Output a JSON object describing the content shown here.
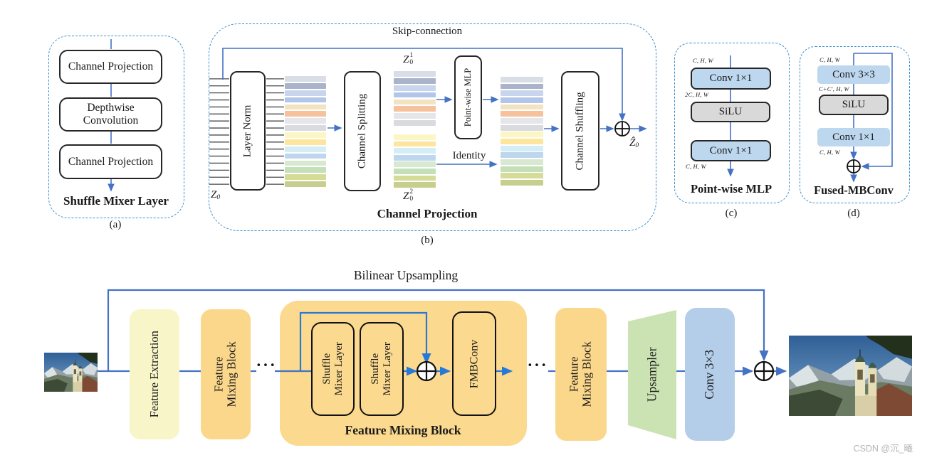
{
  "watermark": "CSDN @沉_曦",
  "colors": {
    "arrow_blue": "#4472C4",
    "bright_blue": "#2779D8",
    "dashed_border": "#3A8FD0",
    "conv_fill": "#BDD7EE",
    "silu_fill": "#D9D9D9",
    "fmb_fill": "#FBD78B",
    "fmb_container_fill": "#FBD98E",
    "feature_extraction_fill": "#F8F5C9",
    "upsampler_fill": "#CBE3B3",
    "conv3_fill": "#B4CDE8"
  },
  "panel_a": {
    "caption": "(a)",
    "title": "Shuffle Mixer Layer",
    "box1": "Channel Projection",
    "box2": "Depthwise Convolution",
    "box3": "Channel Projection"
  },
  "panel_b": {
    "caption": "(b)",
    "title": "Channel Projection",
    "skip_label": "Skip-connection",
    "layer_norm": "Layer Norm",
    "channel_splitting": "Channel Splitting",
    "pointwise_mlp": "Point-wise MLP",
    "identity_label": "Identity",
    "channel_shuffling": "Channel Shuffling",
    "z_in": {
      "base": "Z",
      "sub": "0"
    },
    "z_top": {
      "base": "Z",
      "sub": "0",
      "sup": "1"
    },
    "z_bottom": {
      "base": "Z",
      "sub": "0",
      "sup": "2"
    },
    "z_out": {
      "base": "Ẑ",
      "sub": "0"
    },
    "stripe_colors": [
      "#D9DDE5",
      "#A9B3C9",
      "#C9D5ED",
      "#B2C6EA",
      "#F2E3C3",
      "#F6C29E",
      "#E4E6EA",
      "#D9DBDE",
      "#FAF6C6",
      "#FDE59E",
      "#D5EEF6",
      "#BED7EF",
      "#D9E9D1",
      "#C4E0B9",
      "#D7DB98",
      "#C7CF8F"
    ]
  },
  "panel_c": {
    "caption": "(c)",
    "title": "Point-wise MLP",
    "conv1": "Conv 1×1",
    "silu": "SiLU",
    "conv2": "Conv 1×1",
    "dims": [
      "C, H, W",
      "2C, H, W",
      "C, H, W"
    ]
  },
  "panel_d": {
    "caption": "(d)",
    "title": "Fused-MBConv",
    "conv1": "Conv 3×3",
    "silu": "SiLU",
    "conv2": "Conv 1×1",
    "dims": [
      "C, H, W",
      "C+C′, H, W",
      "C, H, W"
    ]
  },
  "pipeline": {
    "skip_label": "Bilinear Upsampling",
    "feature_extraction": "Feature Extraction",
    "fmb_line1": "Feature",
    "fmb_line2": "Mixing Block",
    "dots": "···",
    "container_label": "Feature Mixing Block",
    "sml_line1": "Shuffle",
    "sml_line2": "Mixer Layer",
    "fmbconv": "FMBConv",
    "upsampler": "Upsampler",
    "conv3": "Conv 3×3"
  }
}
